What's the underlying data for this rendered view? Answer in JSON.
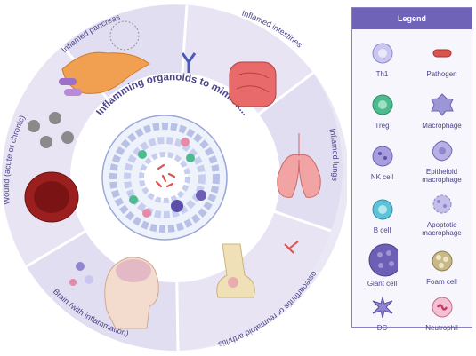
{
  "center_title": "Inflamming organoids to mimick...",
  "segments": [
    {
      "label": "Inflamed pancreas"
    },
    {
      "label": "Inflamed intestines"
    },
    {
      "label": "Inflamed lungs"
    },
    {
      "label": "osteoarthritis or reumatoid arthritis"
    },
    {
      "label": "Brain (with inflammation)"
    },
    {
      "label": "Wound  (acute or chronic)"
    }
  ],
  "legend": {
    "title": "Legend",
    "items": [
      {
        "label": "Th1",
        "icon": "th1-cell-icon",
        "color": "#c9c7ef"
      },
      {
        "label": "Pathogen",
        "icon": "pathogen-icon",
        "color": "#d9534f"
      },
      {
        "label": "Treg",
        "icon": "treg-cell-icon",
        "color": "#4dbb8f"
      },
      {
        "label": "Macrophage",
        "icon": "macrophage-icon",
        "color": "#9c95d6"
      },
      {
        "label": "NK cell",
        "icon": "nk-cell-icon",
        "color": "#a79ee0"
      },
      {
        "label": "Epitheloid macrophage",
        "icon": "epitheloid-macrophage-icon",
        "color": "#b7b1e3"
      },
      {
        "label": "B cell",
        "icon": "b-cell-icon",
        "color": "#5fc2d6"
      },
      {
        "label": "Apoptotic macrophage",
        "icon": "apoptotic-macrophage-icon",
        "color": "#c4bfe8"
      },
      {
        "label": "Giant cell",
        "icon": "giant-cell-icon",
        "color": "#6c5fb5"
      },
      {
        "label": "Foam cell",
        "icon": "foam-cell-icon",
        "color": "#c9b98a"
      },
      {
        "label": "DC",
        "icon": "dendritic-cell-icon",
        "color": "#8f86cf"
      },
      {
        "label": "Neutrophil",
        "icon": "neutrophil-icon",
        "color": "#e58aa9"
      }
    ]
  },
  "colors": {
    "ring": "#e6e3f3",
    "accent": "#6e63b6",
    "text": "#4b4488"
  }
}
